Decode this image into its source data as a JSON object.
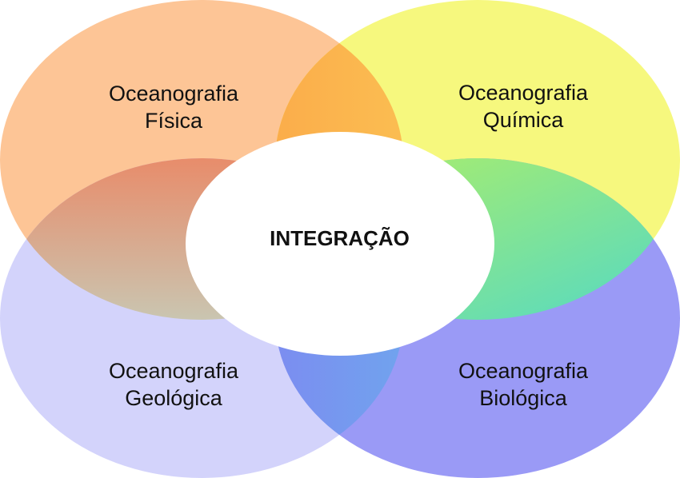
{
  "diagram": {
    "center": "INTEGRAÇÃO",
    "circles": [
      {
        "line1": "Oceanografia",
        "line2": "Física",
        "color": "#FDC596"
      },
      {
        "line1": "Oceanografia",
        "line2": "Química",
        "color": "#F6F87E"
      },
      {
        "line1": "Oceanografia",
        "line2": "Geológica",
        "color": "#D3D3FB"
      },
      {
        "line1": "Oceanografia",
        "line2": "Biológica",
        "color": "#9A9AF6"
      }
    ]
  }
}
